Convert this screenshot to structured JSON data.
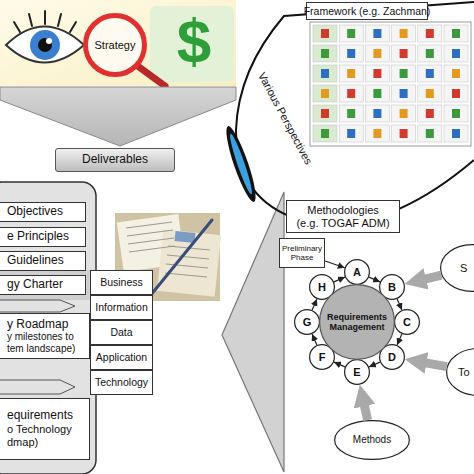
{
  "diagram": {
    "nodes": [
      {
        "text": [
          "Strategy"
        ]
      },
      {
        "text": [
          "Framework (e.g. Zachman)"
        ]
      },
      {
        "text": [
          "Deliverables"
        ]
      },
      {
        "text": [
          "Objectives"
        ]
      },
      {
        "text": [
          "e Principles"
        ]
      },
      {
        "text": [
          "Guidelines"
        ]
      },
      {
        "text": [
          "gy Charter"
        ]
      },
      {
        "text": [
          "y Roadmap",
          "y milestones to tem landscape)"
        ]
      },
      {
        "text": [
          "equirements",
          "o Technology dmap)"
        ]
      },
      {
        "text": [
          "Business"
        ]
      },
      {
        "text": [
          "Information"
        ]
      },
      {
        "text": [
          "Data"
        ]
      },
      {
        "text": [
          "Application"
        ]
      },
      {
        "text": [
          "Technology"
        ]
      },
      {
        "text": [
          "Methodologies (e.g. TOGAF ADM)"
        ]
      },
      {
        "text": [
          "Preliminary Phase"
        ]
      },
      {
        "text": [
          "A"
        ]
      },
      {
        "text": [
          "B"
        ]
      },
      {
        "text": [
          "C"
        ]
      },
      {
        "text": [
          "D"
        ]
      },
      {
        "text": [
          "E"
        ]
      },
      {
        "text": [
          "F"
        ]
      },
      {
        "text": [
          "G"
        ]
      },
      {
        "text": [
          "H"
        ]
      },
      {
        "text": [
          "Requirements Management"
        ]
      },
      {
        "text": [
          "S"
        ]
      },
      {
        "text": [
          "To"
        ]
      },
      {
        "text": [
          "Methods"
        ]
      }
    ],
    "edges": [
      {
        "from": 15,
        "to": 16,
        "arrow": "to"
      },
      {
        "from": 16,
        "to": 17,
        "arrow": "to"
      },
      {
        "from": 17,
        "to": 18,
        "arrow": "to"
      },
      {
        "from": 18,
        "to": 19,
        "arrow": "to"
      },
      {
        "from": 19,
        "to": 20,
        "arrow": "to"
      },
      {
        "from": 20,
        "to": 21,
        "arrow": "to"
      },
      {
        "from": 21,
        "to": 22,
        "arrow": "to"
      },
      {
        "from": 22,
        "to": 23,
        "arrow": "to"
      },
      {
        "from": 23,
        "to": 16,
        "arrow": "to"
      },
      {
        "from": 25,
        "to": 17,
        "arrow": "to"
      },
      {
        "from": 26,
        "to": 19,
        "arrow": "to"
      },
      {
        "from": 27,
        "to": 20,
        "arrow": "to"
      }
    ],
    "labels": [
      "Various Perspectives",
      "$"
    ]
  }
}
